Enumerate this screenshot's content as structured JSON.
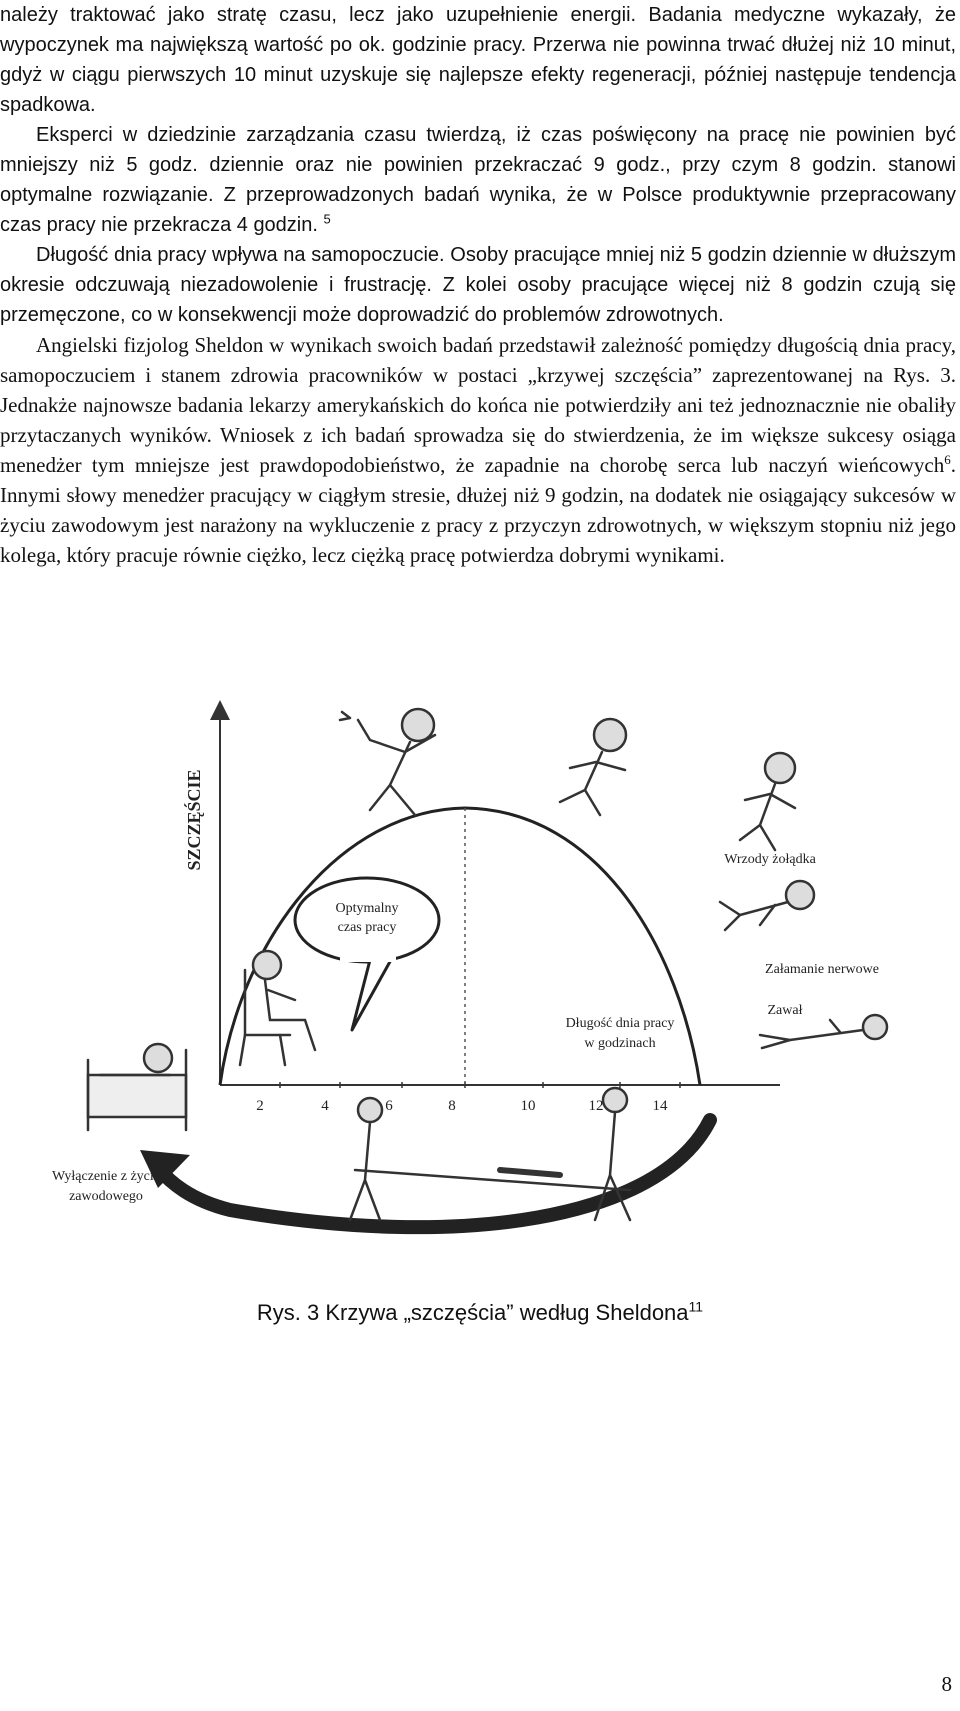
{
  "paragraphs": {
    "p1": {
      "text": "należy traktować jako stratę czasu, lecz jako uzupełnienie energii. Badania medyczne wykazały, że wypoczynek ma największą wartość po ok. godzinie pracy. Przerwa nie powinna trwać dłużej niż 10 minut, gdyż w ciągu pierwszych 10 minut uzyskuje się najlepsze efekty regeneracji, później następuje tendencja spadkowa."
    },
    "p2": {
      "text": "Eksperci w dziedzinie zarządzania czasu twierdzą, iż czas poświęcony na pracę nie powinien być mniejszy niż 5 godz. dziennie oraz nie powinien przekraczać 9 godz., przy czym 8 godzin. stanowi optymalne rozwiązanie. Z przeprowadzonych badań wynika, że w Polsce produktywnie przepracowany czas pracy nie przekracza 4 godzin.",
      "footnote": "5"
    },
    "p3": {
      "text": "Długość dnia pracy wpływa na samopoczucie. Osoby pracujące mniej niż 5 godzin dziennie w dłuższym okresie odczuwają niezadowolenie i frustrację. Z kolei osoby pracujące więcej niż 8 godzin czują się przemęczone, co w konsekwencji może doprowadzić do problemów zdrowotnych."
    },
    "p4": {
      "text_before": "Angielski fizjolog Sheldon w wynikach swoich badań przedstawił zależność pomiędzy długością dnia pracy, samopoczuciem i stanem zdrowia pracowników w postaci „krzywej szczęścia” zaprezentowanej na Rys. 3. Jednakże najnowsze badania lekarzy amerykańskich do końca nie potwierdziły ani też jednoznacznie nie obaliły przytaczanych wyników. Wniosek z ich badań sprowadza się do stwierdzenia, że im większe sukcesy osiąga menedżer tym mniejsze jest prawdopodobieństwo, że zapadnie na chorobę serca lub naczyń wieńcowych",
      "footnote": "6",
      "text_after": ". Innymi słowy menedżer pracujący w ciągłym stresie, dłużej niż 9 godzin, na dodatek nie osiągający sukcesów w życiu zawodowym jest narażony na wykluczenie z pracy z przyczyn zdrowotnych, w większym stopniu niż jego kolega, który pracuje równie ciężko, lecz ciężką pracę potwierdza dobrymi wynikami."
    }
  },
  "figure": {
    "y_axis_label": "SZCZĘŚCIE",
    "bubble_text": [
      "Optymalny",
      "czas pracy"
    ],
    "x_axis_label": [
      "Długość dnia pracy",
      "w godzinach"
    ],
    "x_ticks": [
      "2",
      "4",
      "6",
      "8",
      "10",
      "12",
      "14"
    ],
    "labels": {
      "ulcers": "Wrzody żołądka",
      "breakdown": "Załamanie nerwowe",
      "heart_attack": "Zawał",
      "exclusion": [
        "Wyłączenie z życia",
        "zawodowego"
      ]
    }
  },
  "caption": {
    "text": "Rys. 3 Krzywa „szczęścia” według Sheldona",
    "footnote": "11"
  },
  "page_number": "8"
}
